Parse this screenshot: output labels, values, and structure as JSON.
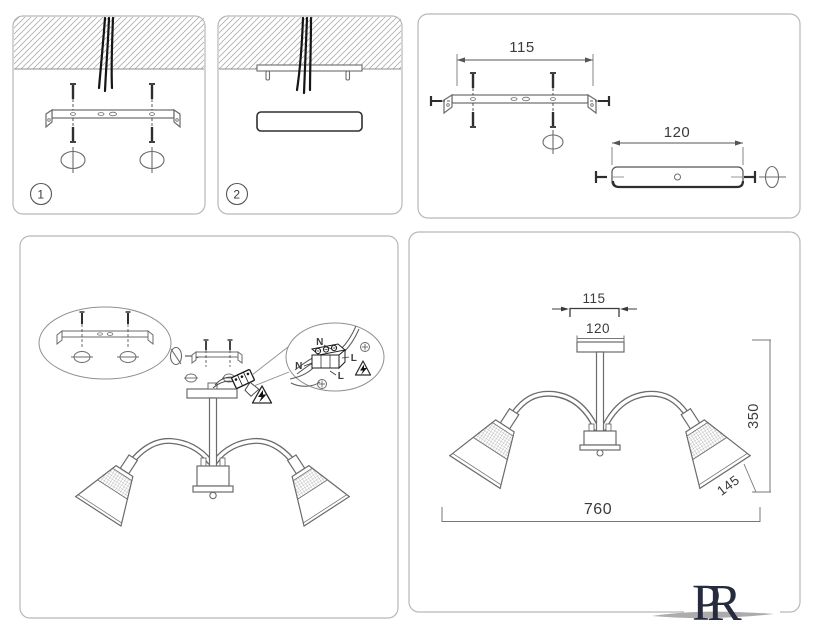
{
  "panels": {
    "step1": {
      "badge": "1"
    },
    "step2": {
      "badge": "2"
    },
    "hardware": {
      "bracket_width_mm": "115",
      "canopy_width_mm": "120"
    },
    "wiring": {
      "neutral_top": "N",
      "live_top": "L",
      "neutral_bottom": "N",
      "live_bottom": "L"
    },
    "dimensions": {
      "bracket_width_mm": "115",
      "canopy_width_mm": "120",
      "height_mm": "350",
      "shade_mm": "145",
      "total_width_mm": "760"
    }
  },
  "logo": {
    "letter_p": "P",
    "letter_r": "R"
  },
  "colors": {
    "panel_border": "#b8b8b8",
    "line": "#6b6b6b",
    "dark_line": "#2e2e2e",
    "wire": "#151515",
    "text": "#3b3b3b",
    "hatch": "#aeaeae",
    "logo": "#262b3e",
    "swoosh": "#9e9e9e"
  }
}
